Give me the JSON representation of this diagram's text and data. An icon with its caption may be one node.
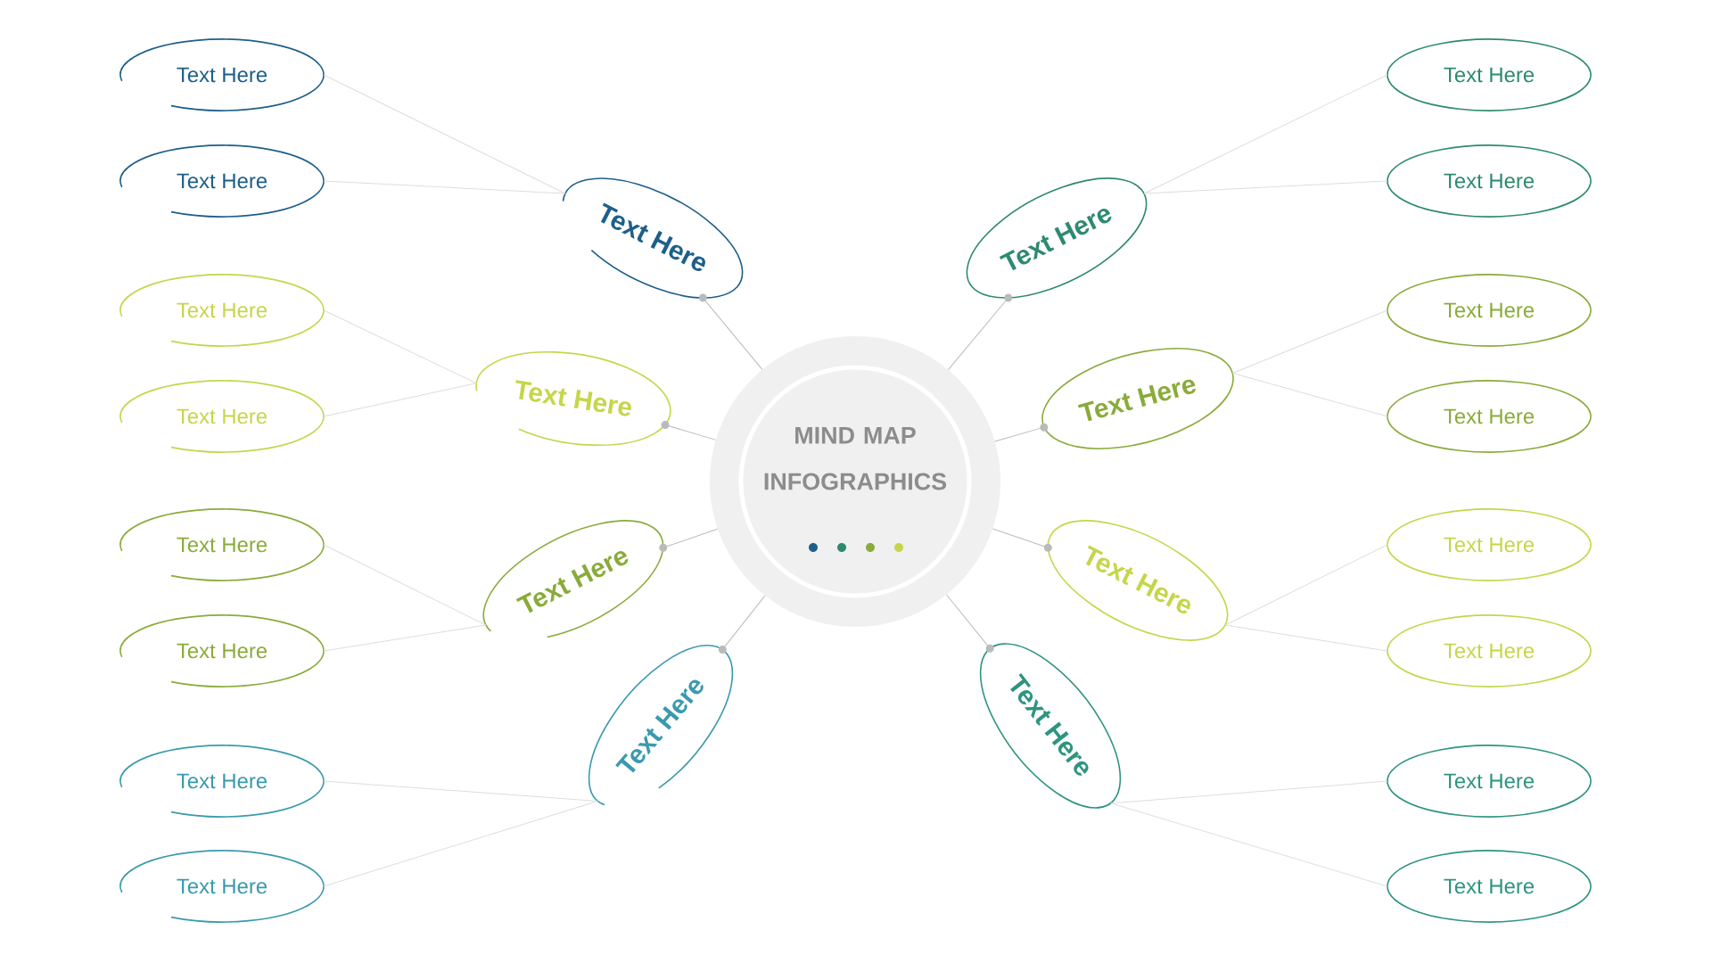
{
  "diagram": {
    "nodes": [
      {
        "text": [
          "MIND MAP INFOGRAPHICS"
        ]
      },
      {
        "text": [
          "Text Here"
        ]
      },
      {
        "text": [
          "Text Here"
        ]
      },
      {
        "text": [
          "Text Here"
        ]
      },
      {
        "text": [
          "Text Here"
        ]
      },
      {
        "text": [
          "Text Here"
        ]
      },
      {
        "text": [
          "Text Here"
        ]
      },
      {
        "text": [
          "Text Here"
        ]
      },
      {
        "text": [
          "Text Here"
        ]
      },
      {
        "text": [
          "Text Here"
        ]
      },
      {
        "text": [
          "Text Here"
        ]
      },
      {
        "text": [
          "Text Here"
        ]
      },
      {
        "text": [
          "Text Here"
        ]
      },
      {
        "text": [
          "Text Here"
        ]
      },
      {
        "text": [
          "Text Here"
        ]
      },
      {
        "text": [
          "Text Here"
        ]
      },
      {
        "text": [
          "Text Here"
        ]
      },
      {
        "text": [
          "Text Here"
        ]
      },
      {
        "text": [
          "Text Here"
        ]
      },
      {
        "text": [
          "Text Here"
        ]
      },
      {
        "text": [
          "Text Here"
        ]
      },
      {
        "text": [
          "Text Here"
        ]
      },
      {
        "text": [
          "Text Here"
        ]
      },
      {
        "text": [
          "Text Here"
        ]
      },
      {
        "text": [
          "Text Here"
        ]
      }
    ],
    "edges": [
      {
        "from": 0,
        "to": 1,
        "arrow": "none",
        "color": "#bbbbbb"
      },
      {
        "from": 0,
        "to": 2,
        "arrow": "none",
        "color": "#bbbbbb"
      },
      {
        "from": 0,
        "to": 3,
        "arrow": "none",
        "color": "#bbbbbb"
      },
      {
        "from": 0,
        "to": 4,
        "arrow": "none",
        "color": "#bbbbbb"
      },
      {
        "from": 0,
        "to": 5,
        "arrow": "none",
        "color": "#bbbbbb"
      },
      {
        "from": 0,
        "to": 6,
        "arrow": "none",
        "color": "#bbbbbb"
      },
      {
        "from": 0,
        "to": 7,
        "arrow": "none",
        "color": "#bbbbbb"
      },
      {
        "from": 0,
        "to": 8,
        "arrow": "none",
        "color": "#bbbbbb"
      },
      {
        "from": 1,
        "to": 9,
        "arrow": "none"
      },
      {
        "from": 1,
        "to": 10,
        "arrow": "none"
      },
      {
        "from": 2,
        "to": 11,
        "arrow": "none"
      },
      {
        "from": 2,
        "to": 12,
        "arrow": "none"
      },
      {
        "from": 3,
        "to": 13,
        "arrow": "none"
      },
      {
        "from": 3,
        "to": 14,
        "arrow": "none"
      },
      {
        "from": 4,
        "to": 15,
        "arrow": "none"
      },
      {
        "from": 4,
        "to": 16,
        "arrow": "none"
      },
      {
        "from": 5,
        "to": 17,
        "arrow": "none"
      },
      {
        "from": 5,
        "to": 18,
        "arrow": "none"
      },
      {
        "from": 6,
        "to": 19,
        "arrow": "none"
      },
      {
        "from": 6,
        "to": 20,
        "arrow": "none"
      },
      {
        "from": 7,
        "to": 21,
        "arrow": "none"
      },
      {
        "from": 7,
        "to": 22,
        "arrow": "none"
      },
      {
        "from": 8,
        "to": 23,
        "arrow": "none"
      },
      {
        "from": 8,
        "to": 24,
        "arrow": "none"
      }
    ]
  }
}
